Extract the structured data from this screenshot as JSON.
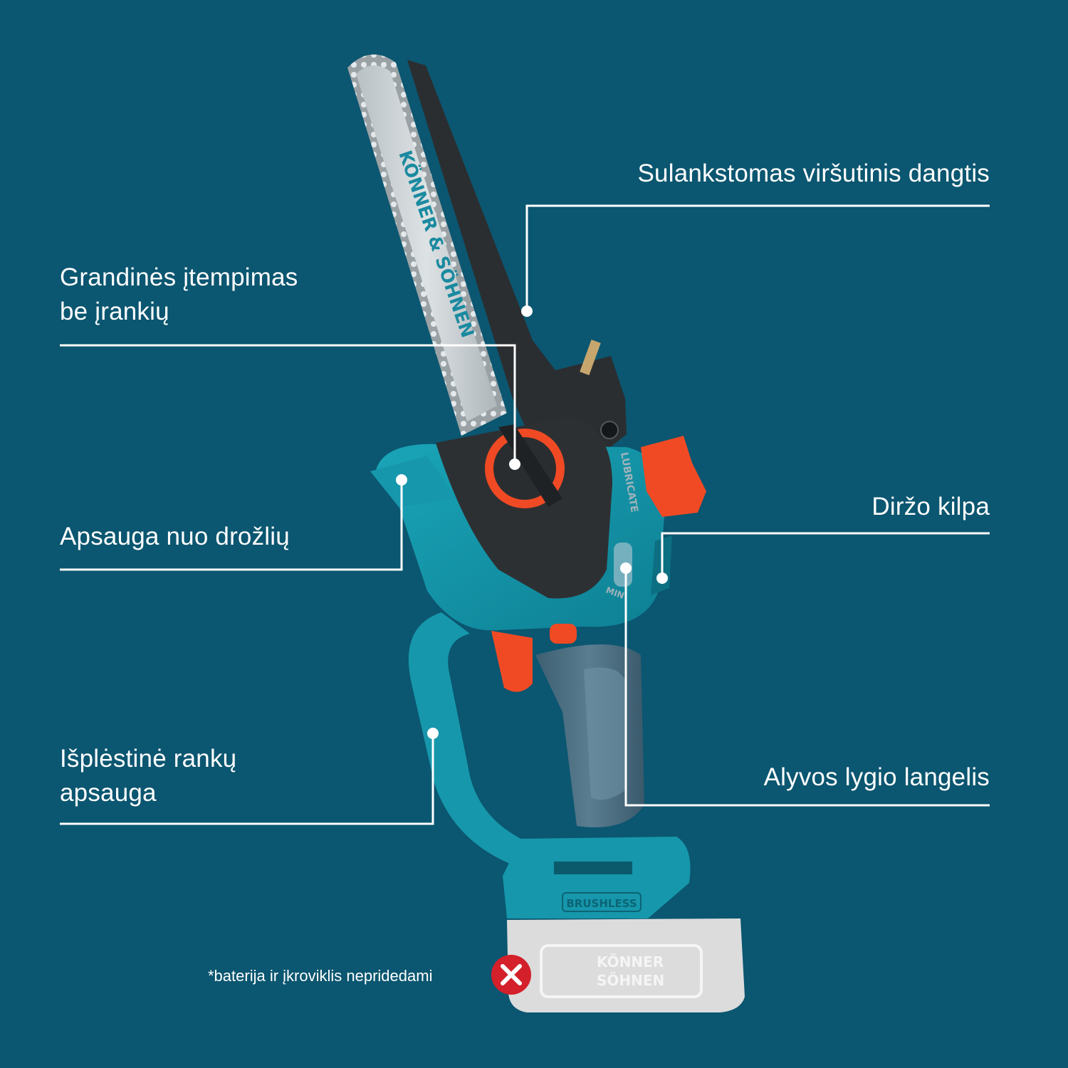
{
  "callouts": {
    "top_cover": "Sulankstomas viršutinis dangtis",
    "chain_tension_line1": "Grandinės įtempimas",
    "chain_tension_line2": "be įrankių",
    "chip_guard": "Apsauga nuo drožlių",
    "belt_loop": "Diržo kilpa",
    "hand_guard_line1": "Išplėstinė rankų",
    "hand_guard_line2": "apsauga",
    "oil_window": "Alyvos lygio langelis"
  },
  "footnote": "*baterija ir įkroviklis nepridedami",
  "product_markings": {
    "bar_brand": "KÖNNER & SÖHNEN",
    "lubricate": "LUBRICATE",
    "min": "MIN",
    "brushless": "BRUSHLESS",
    "battery_brand_line1": "KÖNNER",
    "battery_brand_line2": "SÖHNEN"
  },
  "colors": {
    "background": "#0b5670",
    "tool_teal": "#138ea3",
    "accent_orange": "#f04a24",
    "bar_silver": "#c9cfd2",
    "cover_black": "#2b2e31",
    "battery_grey": "#d9d9d9",
    "missing_red": "#d4202a"
  },
  "icons": [
    "close-x-icon"
  ]
}
